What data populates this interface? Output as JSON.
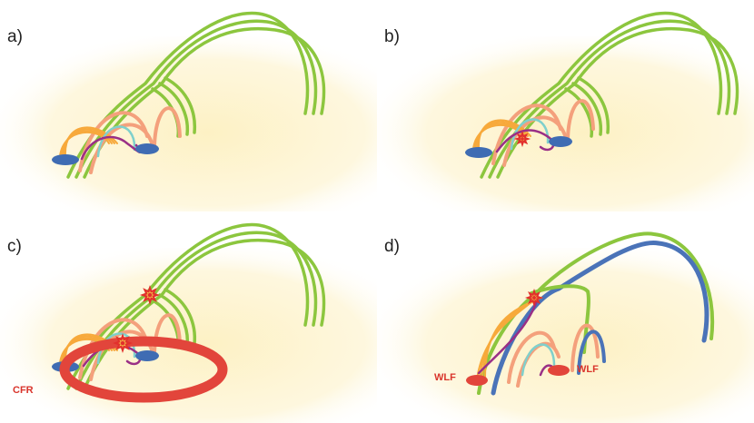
{
  "panels": [
    {
      "label": "a)"
    },
    {
      "label": "b)"
    },
    {
      "label": "c)",
      "annotation": "CFR"
    },
    {
      "label": "d)",
      "annotations": [
        "WLF",
        "WLF"
      ]
    }
  ],
  "colors": {
    "background_glow": "#fdf1c4",
    "green_loops": "#8cc63e",
    "salmon_loops": "#f4a07c",
    "orange_loops": "#f7a93b",
    "cyan_loop": "#7fd0cc",
    "purple_loop": "#9a2f86",
    "footpoint_blue": "#3f6cb3",
    "ribbon_red": "#e2453b",
    "reconnected_blue": "#4a73b8",
    "star": "#e2302c"
  }
}
